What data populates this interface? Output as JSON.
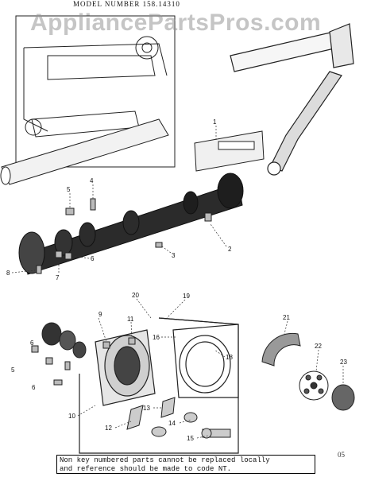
{
  "header": {
    "model_line": "MODEL NUMBER 158.14310"
  },
  "watermark": {
    "text": "AppliancePartsPros.com"
  },
  "note": {
    "line1": "Non key numbered parts cannot be replaced locally",
    "line2": "and reference should be made to code NT."
  },
  "page_code": "05",
  "callouts": {
    "c1": "1",
    "c2": "2",
    "c3": "3",
    "c4": "4",
    "c5a": "5",
    "c6a": "6",
    "c7": "7",
    "c8": "8",
    "c9": "9",
    "c10": "10",
    "c11": "11",
    "c12": "12",
    "c13": "13",
    "c14": "14",
    "c15": "15",
    "c16": "16",
    "c18": "18",
    "c19": "19",
    "c20": "20",
    "c21": "21",
    "c22": "22",
    "c23": "23",
    "c5b": "5",
    "c6b": "6",
    "c6c": "6"
  }
}
